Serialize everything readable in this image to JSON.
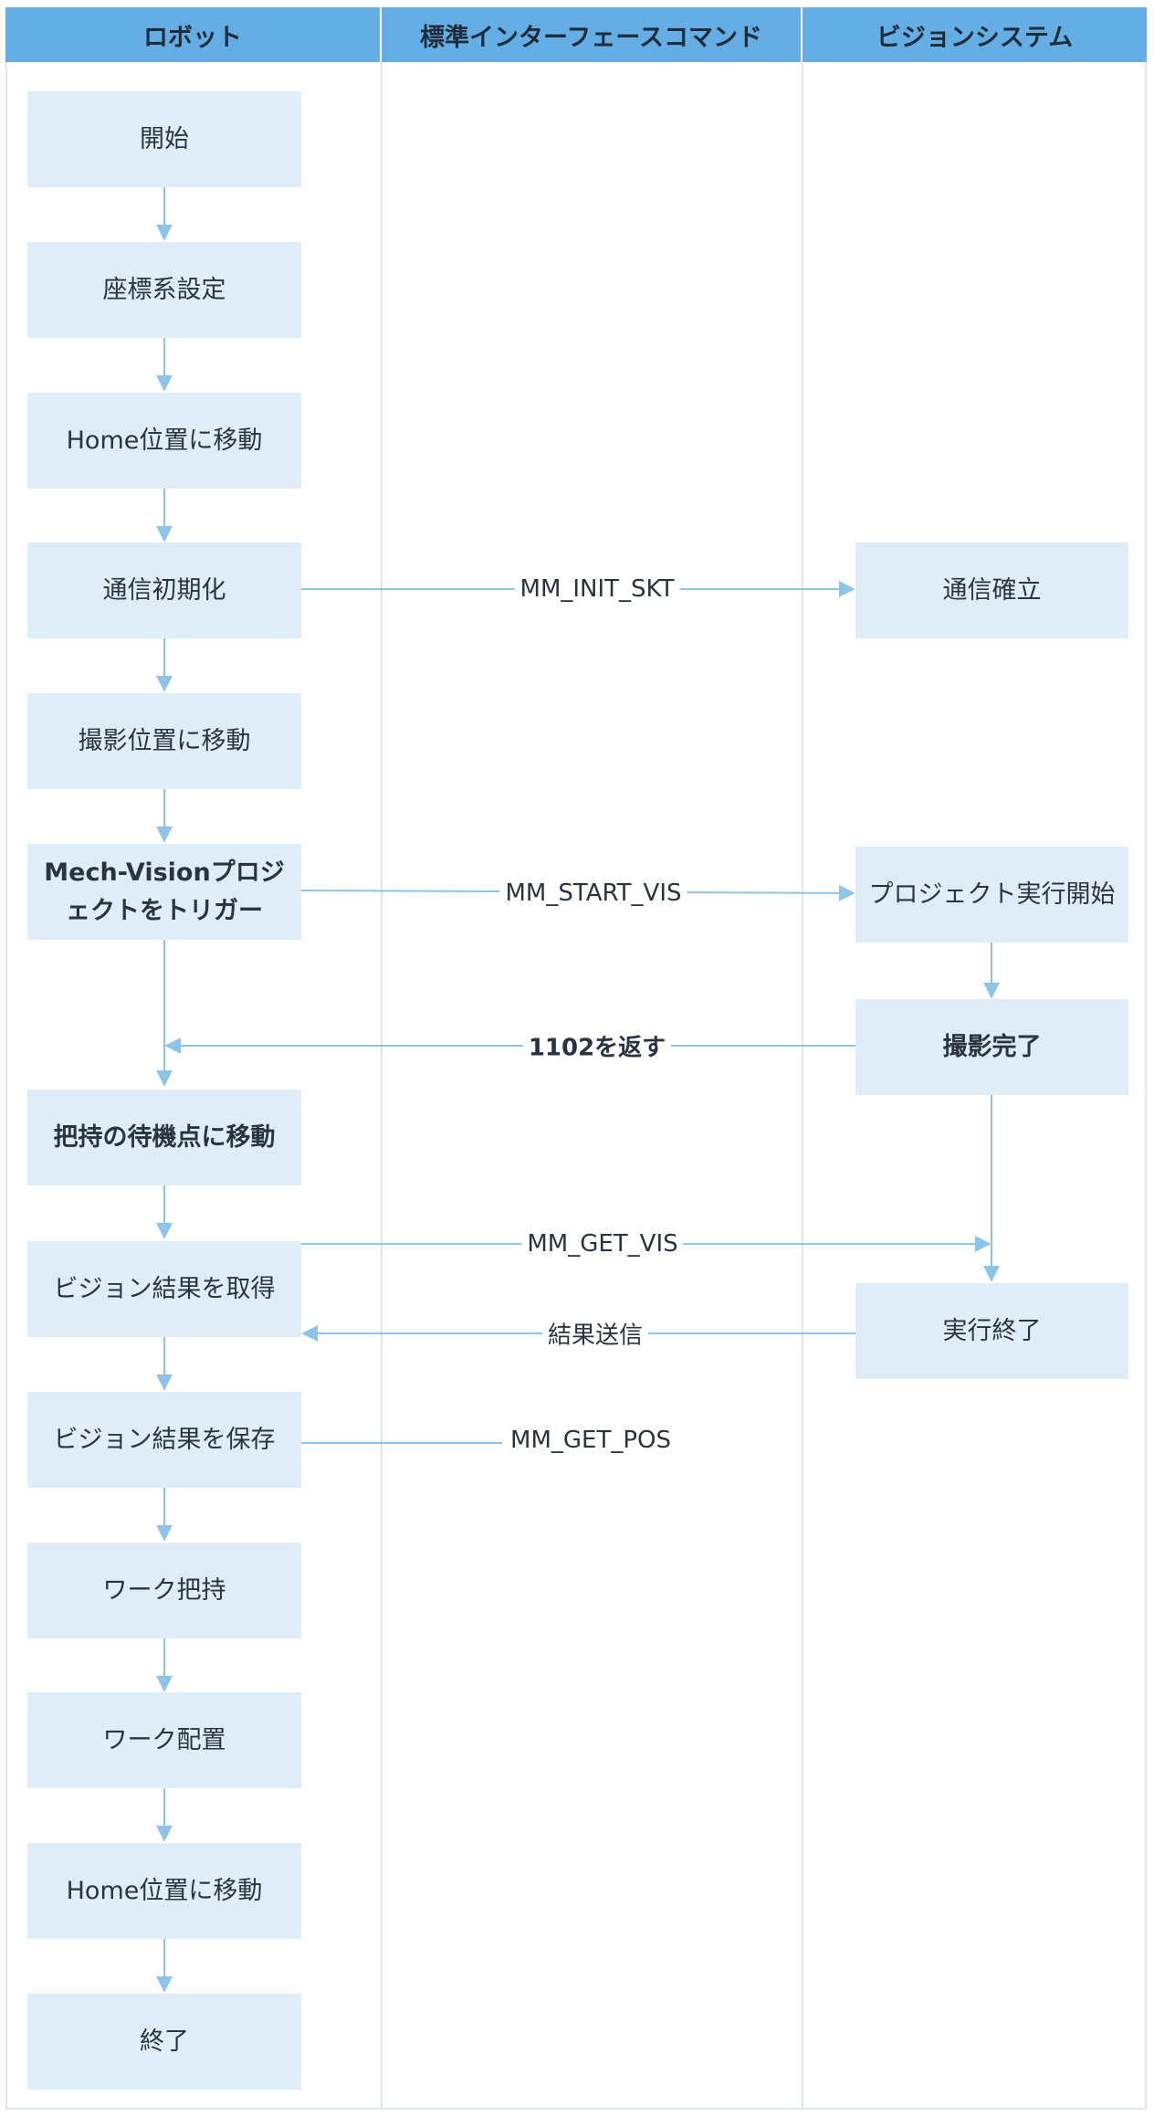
{
  "lanes": {
    "robot": "ロボット",
    "command": "標準インターフェースコマンド",
    "vision": "ビジョンシステム"
  },
  "robot_steps": {
    "start": "開始",
    "coord": "座標系設定",
    "home1": "Home位置に移動",
    "init": "通信初期化",
    "capture_pos": "撮影位置に移動",
    "trigger": "Mech-Visionプロジェクトをトリガー",
    "wait_point": "把持の待機点に移動",
    "get_result": "ビジョン結果を取得",
    "save_result": "ビジョン結果を保存",
    "pick": "ワーク把持",
    "place": "ワーク配置",
    "home2": "Home位置に移動",
    "end": "終了"
  },
  "vision_steps": {
    "established": "通信確立",
    "project_start": "プロジェクト実行開始",
    "capture_done": "撮影完了",
    "exec_end": "実行終了"
  },
  "commands": {
    "init_skt": "MM_INIT_SKT",
    "start_vis": "MM_START_VIS",
    "return_1102": "1102を返す",
    "get_vis": "MM_GET_VIS",
    "send_result": "結果送信",
    "get_pos": "MM_GET_POS"
  },
  "colors": {
    "header": "#64ade5",
    "node": "#dfedf9",
    "arrow": "#8fc4ea"
  }
}
